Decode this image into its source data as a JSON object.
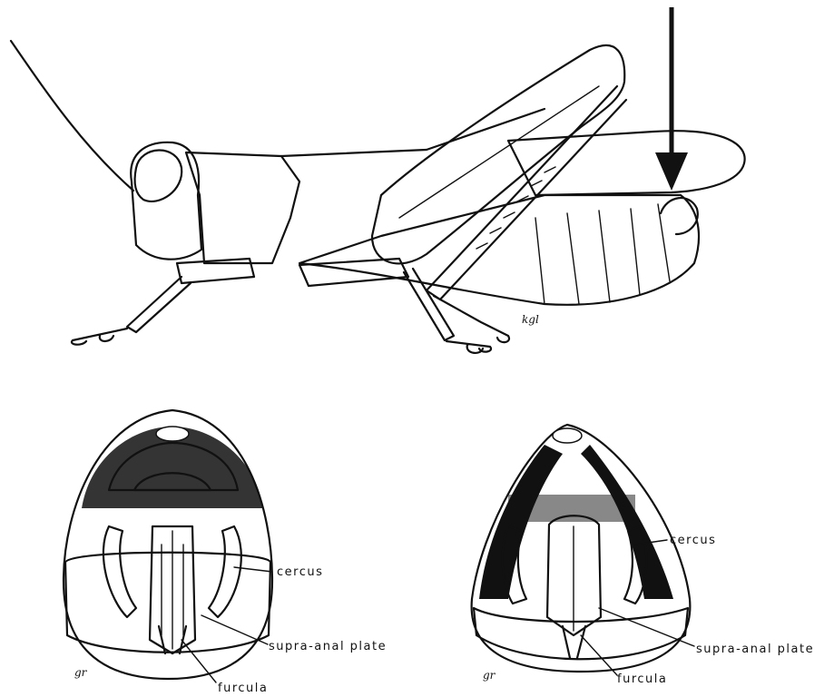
{
  "labels": {
    "cercus": "cercus",
    "supra_anal_plate": "supra-anal plate",
    "furcula": "furcula"
  },
  "signatures": {
    "grasshopper": "kgl",
    "left_view": "gr",
    "right_view": "gr"
  },
  "colors": {
    "ink": "#111111",
    "background": "#ffffff"
  }
}
